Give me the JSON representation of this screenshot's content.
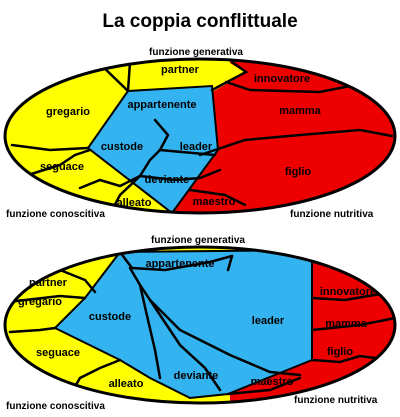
{
  "title": "La coppia conflittuale",
  "colors": {
    "yellow": "#ffff00",
    "cyan": "#33b3f0",
    "red": "#ee0000",
    "outline": "#000000"
  },
  "diagram_top": {
    "axis_top": "funzione generativa",
    "axis_left": "funzione conoscitiva",
    "axis_right": "funzione nutritiva",
    "regions": {
      "partner": "partner",
      "gregario": "gregario",
      "seguace": "seguace",
      "alleato": "alleato",
      "appartenente": "appartenente",
      "custode": "custode",
      "leader": "leader",
      "deviante": "deviante",
      "innovatore": "innovatore",
      "mamma": "mamma",
      "figlio": "figlio",
      "maestro": "maestro"
    }
  },
  "diagram_bottom": {
    "axis_top": "funzione generativa",
    "axis_left": "funzione conoscitiva",
    "axis_right": "funzione nutritiva",
    "regions": {
      "partner": "partner",
      "gregario": "gregario",
      "seguace": "seguace",
      "alleato": "alleato",
      "appartenente": "appartenente",
      "custode": "custode",
      "leader": "leader",
      "deviante": "deviante",
      "innovatore": "innovatore",
      "mamma": "mamma",
      "figlio": "figlio",
      "maestro": "maestro"
    }
  }
}
